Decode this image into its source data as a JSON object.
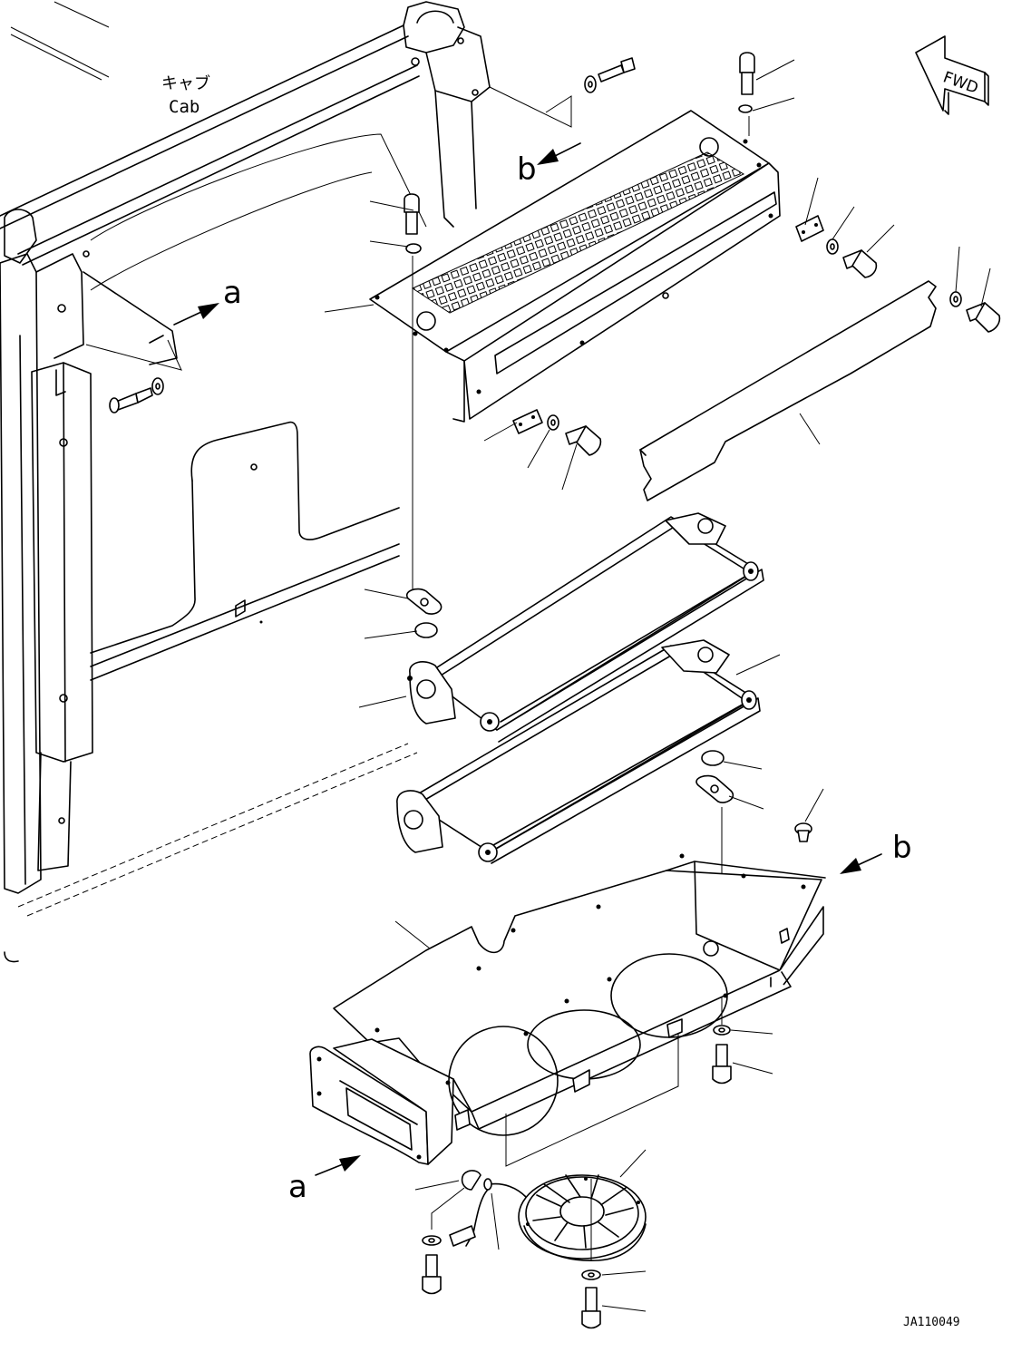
{
  "labels": {
    "cab_jp": "キャブ",
    "cab_en": "Cab",
    "fwd": "FWD",
    "view_a": "a",
    "view_b": "b",
    "drawing_code": "JA110049"
  }
}
